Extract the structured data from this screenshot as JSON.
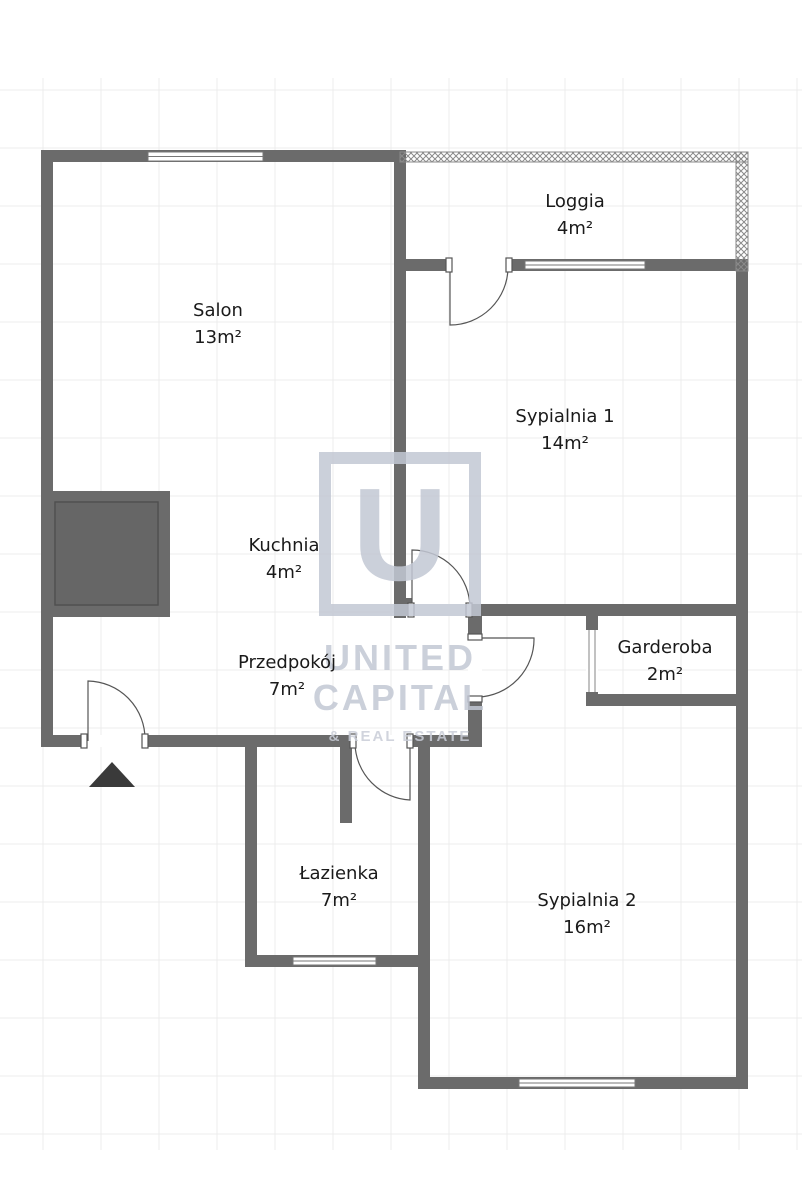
{
  "rooms": {
    "loggia": {
      "name": "Loggia",
      "area": "4m²"
    },
    "salon": {
      "name": "Salon",
      "area": "13m²"
    },
    "sypialnia1": {
      "name": "Sypialnia 1",
      "area": "14m²"
    },
    "kuchnia": {
      "name": "Kuchnia",
      "area": "4m²"
    },
    "garderoba": {
      "name": "Garderoba",
      "area": "2m²"
    },
    "przedpokoj": {
      "name": "Przedpokój",
      "area": "7m²"
    },
    "lazienka": {
      "name": "Łazienka",
      "area": "7m²"
    },
    "sypialnia2": {
      "name": "Sypialnia 2",
      "area": "16m²"
    }
  },
  "watermark": {
    "logo_letter": "U",
    "line1": "UNITED",
    "line2": "CAPITAL",
    "line3": "& REAL ESTATE"
  },
  "colors": {
    "wall": "#6b6b6b",
    "kitchen_block": "#646464",
    "grid": "#ececec",
    "watermark": "#c3c8d4"
  }
}
